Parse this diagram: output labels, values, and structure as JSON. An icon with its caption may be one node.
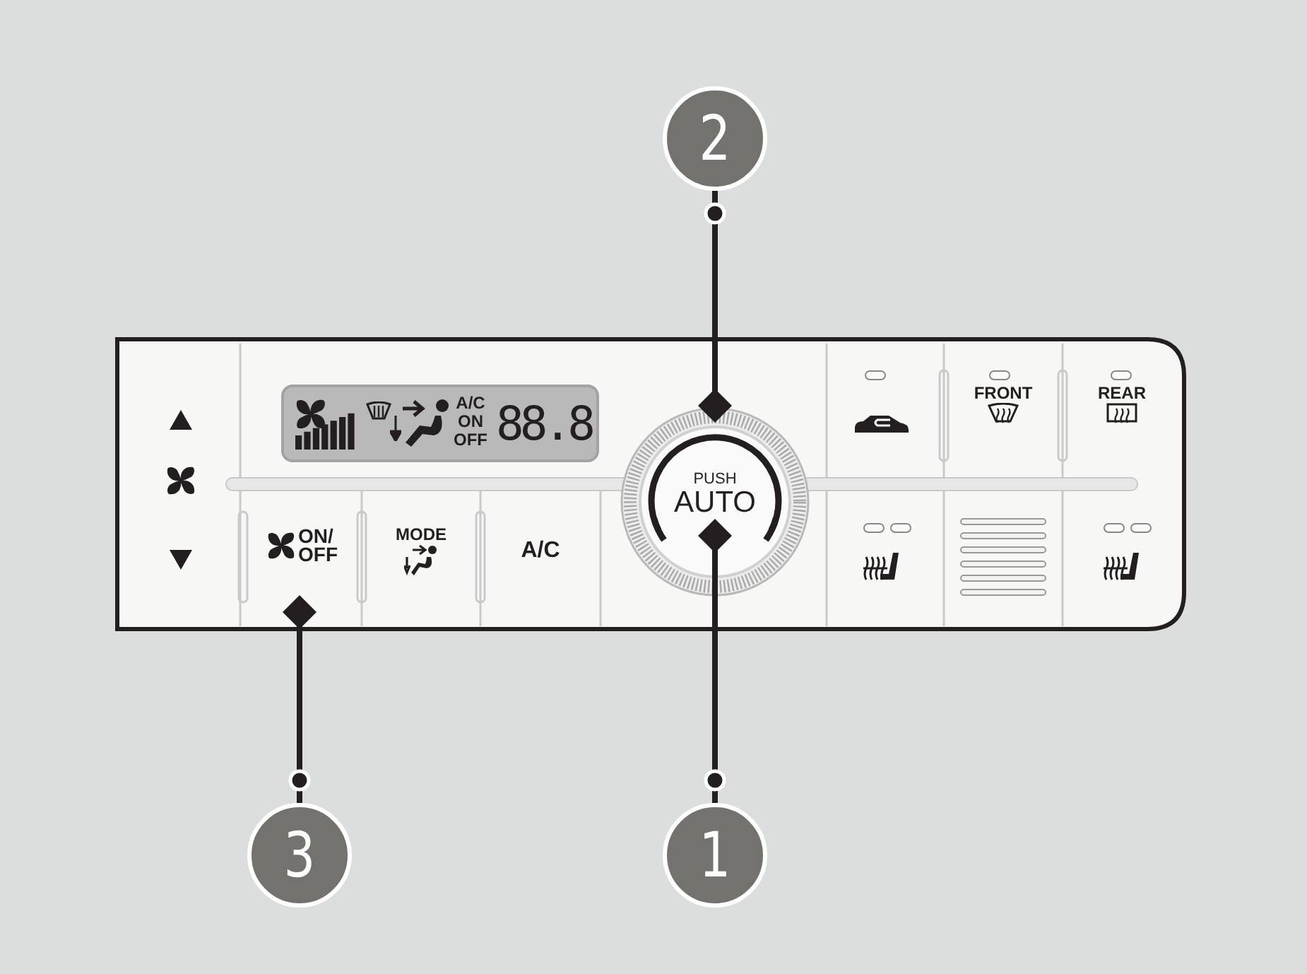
{
  "diagram": {
    "nodes": [
      {
        "text": [
          "2"
        ]
      },
      {
        "text": [
          "1"
        ]
      },
      {
        "text": [
          "3"
        ]
      },
      {
        "text": [
          "A/C ON OFF",
          "88.8"
        ]
      },
      {
        "text": [
          "ON/ OFF"
        ]
      },
      {
        "text": [
          "MODE"
        ]
      },
      {
        "text": [
          "A/C"
        ]
      },
      {
        "text": [],
        "shape": "circle"
      },
      {
        "text": [
          "PUSH",
          "AUTO"
        ],
        "in": 7
      },
      {
        "text": [
          "FRONT"
        ]
      },
      {
        "text": [
          "REAR"
        ]
      }
    ],
    "edges": [
      {
        "from": 0,
        "to": 7,
        "arrow": "other"
      },
      {
        "from": 1,
        "to": 8,
        "arrow": "other"
      },
      {
        "from": 2,
        "to": 4,
        "arrow": "other"
      }
    ]
  }
}
